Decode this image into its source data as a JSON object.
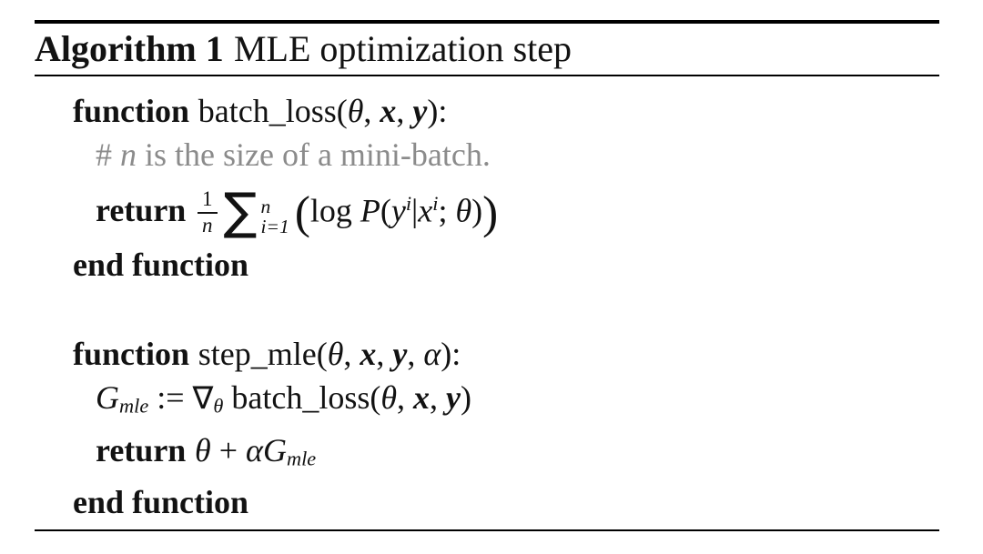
{
  "colors": {
    "text": "#121212",
    "comment_gray": "#8b8b8b",
    "rule_black": "#000000",
    "background": "#ffffff"
  },
  "header": {
    "label": "Algorithm 1",
    "title": "MLE optimization step"
  },
  "kw": {
    "function": "function",
    "end": "end function",
    "return": "return"
  },
  "sym": {
    "theta": "θ",
    "x": "x",
    "y": "y",
    "alpha": "α",
    "sep": ", ",
    "close_colon": "):",
    "open_paren": "(",
    "close_paren": ")",
    "pipe": "|",
    "semi": "; ",
    "plus": " + ",
    "assign": " := ",
    "G": "G",
    "mle": "mle",
    "nabla": "∇",
    "sigma": "∑",
    "one": "1",
    "n": "n",
    "i": "i",
    "i_eq_1": "i=1",
    "log": "log ",
    "P": "P"
  },
  "fn": {
    "batch_loss": "batch_loss(",
    "step_mle": "step_mle(",
    "batch_loss_call": " batch_loss("
  },
  "comment": {
    "hash": "# ",
    "var": "n",
    "text": " is the size of a mini-batch."
  }
}
